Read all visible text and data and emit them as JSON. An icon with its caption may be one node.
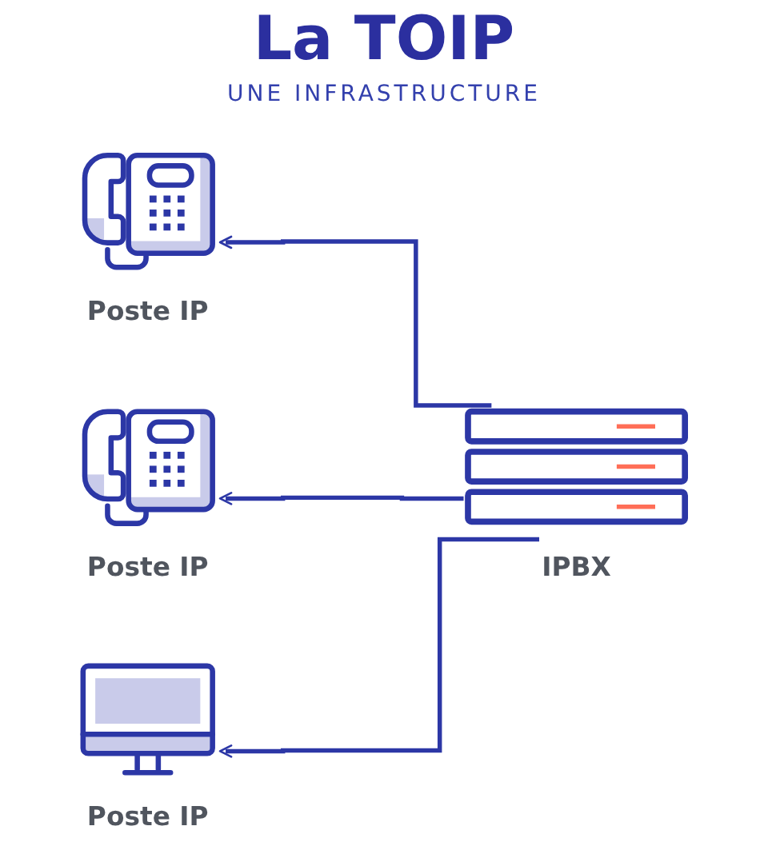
{
  "diagram": {
    "title": "La TOIP",
    "labels": [
      "UNE INFRASTRUCTURE"
    ],
    "nodes": [
      {
        "text": [],
        "shape": "picture",
        "beside": [
          "Poste IP"
        ]
      },
      {
        "text": [],
        "shape": "picture",
        "beside": [
          "Poste IP"
        ]
      },
      {
        "text": [],
        "shape": "picture",
        "beside": [
          "IPBX"
        ]
      },
      {
        "text": [],
        "shape": "picture",
        "beside": [
          "Poste IP"
        ]
      }
    ],
    "edges": [
      {
        "from": 2,
        "to": 0,
        "arrow": "to"
      },
      {
        "from": 2,
        "to": 1,
        "arrow": "to"
      },
      {
        "from": 2,
        "to": 3,
        "arrow": "to"
      }
    ]
  }
}
